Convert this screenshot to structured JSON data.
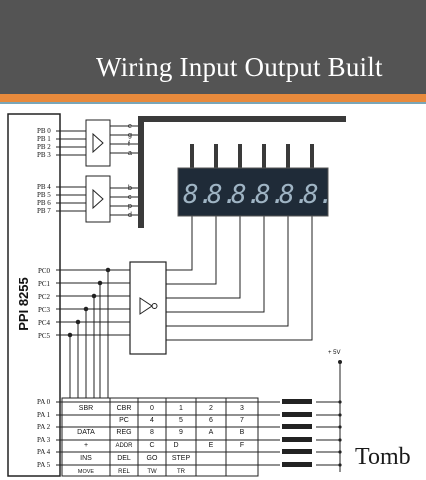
{
  "slide": {
    "title": "Wiring Input Output Built",
    "bottom_text": "Tomb"
  },
  "diagram": {
    "chip_label": "PPI 8255",
    "pb_pins": [
      "PB 0",
      "PB 1",
      "PB 2",
      "PB 3",
      "PB 4",
      "PB 5",
      "PB 6",
      "PB 7"
    ],
    "segment_labels_top": [
      "e",
      "g",
      "f",
      "a"
    ],
    "segment_labels_bottom": [
      "b",
      "c",
      "p",
      "d"
    ],
    "display_digits": [
      "8.",
      "8.",
      "8.",
      "8.",
      "8.",
      "8."
    ],
    "pc_pins": [
      "PC0",
      "PC1",
      "PC2",
      "PC3",
      "PC4",
      "PC5"
    ],
    "pa_pins": [
      "PA 0",
      "PA 1",
      "PA 2",
      "PA 3",
      "PA 4",
      "PA 5"
    ],
    "vcc_label": "+ 5V",
    "keypad_rows": [
      [
        "SBR",
        "CBR",
        "0",
        "1",
        "2",
        "3"
      ],
      [
        "",
        "PC",
        "4",
        "5",
        "6",
        "7"
      ],
      [
        "DATA",
        "REG",
        "8",
        "9",
        "A",
        "B"
      ],
      [
        "+",
        "ADDR",
        "C",
        "D",
        "E",
        "F"
      ],
      [
        "INS",
        "DEL",
        "GO",
        "STEP",
        "",
        ""
      ],
      [
        "MOVE",
        "REL",
        "TW",
        "TR",
        "",
        ""
      ]
    ],
    "colors": {
      "display_bg": "#1f2b38",
      "segment": "#9fb4c4",
      "accent": "#e88a3c",
      "header": "#545454"
    }
  }
}
